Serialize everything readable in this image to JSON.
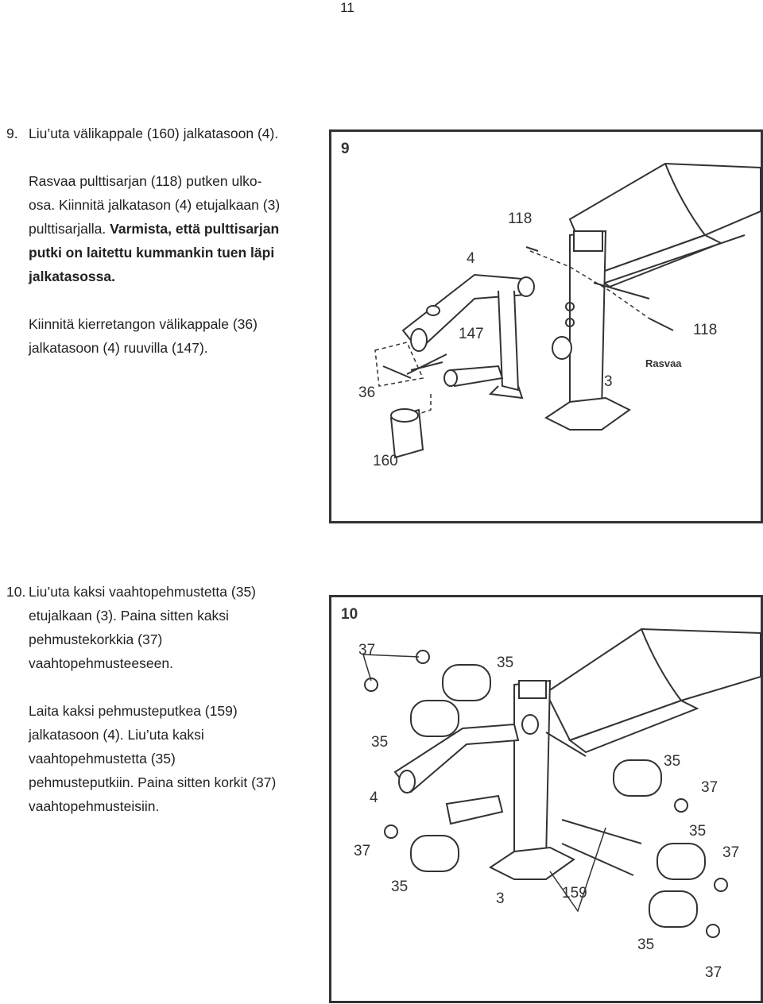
{
  "page_number": "11",
  "step9": {
    "number": "9.",
    "line1": "Liu’uta välikappale (160) jalkatasoon (4).",
    "p2_line1": "Rasvaa pulttisarjan (118) putken ulko-",
    "p2_line2": "osa. Kiinnitä jalkatason (4) etujalkaan (3)",
    "p2_line3": "pulttisarjalla.",
    "p2_bold1": "Varmista, että pulttisarjan",
    "p2_bold2": "putki on laitettu kummankin tuen läpi",
    "p2_bold3": "jalkatasossa.",
    "p3_line1": "Kiinnitä kierretangon välikappale (36)",
    "p3_line2": "jalkatasoon (4) ruuvilla (147)."
  },
  "step10": {
    "number": "10.",
    "p1_line1": "Liu’uta kaksi vaahtopehmustetta (35)",
    "p1_line2": "etujalkaan (3). Paina sitten kaksi",
    "p1_line3": "pehmustekorkkia (37)",
    "p1_line4": "vaahtopehmusteeseen.",
    "p2_line1": "Laita kaksi pehmusteputkea (159)",
    "p2_line2": "jalkatasoon (4). Liu’uta kaksi",
    "p2_line3": "vaahtopehmustetta (35)",
    "p2_line4": "pehmusteputkiin. Paina sitten korkit (37)",
    "p2_line5": "vaahtopehmusteisiin."
  },
  "figure9": {
    "step_label": "9",
    "labels": {
      "l118a": "118",
      "l4": "4",
      "l147": "147",
      "l118b": "118",
      "rasvaa": "Rasvaa",
      "l3": "3",
      "l36": "36",
      "l160": "160"
    }
  },
  "figure10": {
    "step_label": "10",
    "labels": {
      "l37a": "37",
      "l35a": "35",
      "l35b": "35",
      "l4": "4",
      "l35c": "35",
      "l37b": "37",
      "l35d": "35",
      "l37c": "37",
      "l37d": "37",
      "l35e": "35",
      "l3": "3",
      "l159": "159",
      "l35f": "35",
      "l37e": "37"
    }
  }
}
